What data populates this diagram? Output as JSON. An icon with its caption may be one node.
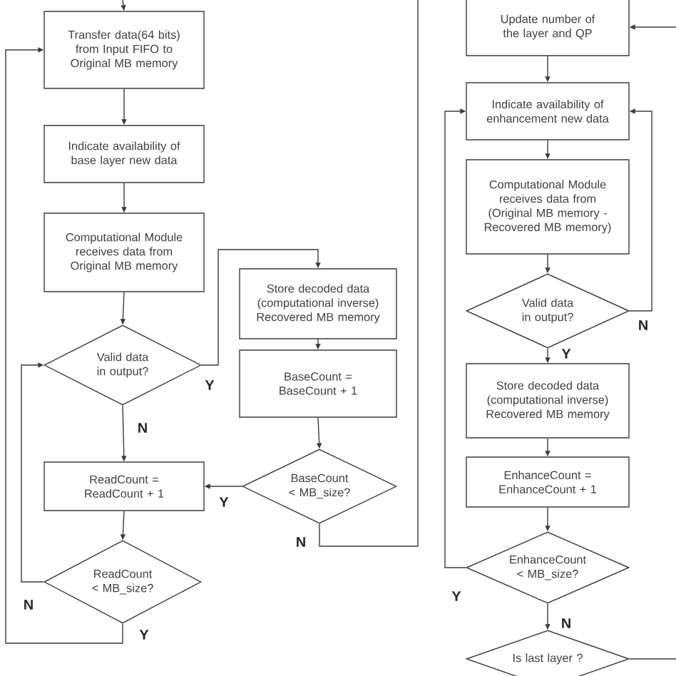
{
  "diagram": {
    "nodes": [
      {
        "text": [
          "Transfer data(64 bits) from Input FIFO to Original MB memory"
        ]
      },
      {
        "text": [
          "Indicate availability of base layer new data"
        ]
      },
      {
        "text": [
          "Computational Module receives data from Original MB memory"
        ]
      },
      {
        "text": [
          "Valid data in output?"
        ]
      },
      {
        "text": [
          "Store decoded data (computational inverse) Recovered MB memory"
        ]
      },
      {
        "text": [
          "BaseCount = BaseCount + 1"
        ]
      },
      {
        "text": [
          "BaseCount < MB_size?"
        ]
      },
      {
        "text": [
          "ReadCount = ReadCount + 1"
        ]
      },
      {
        "text": [
          "ReadCount < MB_size?"
        ]
      },
      {
        "text": [
          "Update number of the layer and QP"
        ]
      },
      {
        "text": [
          "Indicate availability of enhancement new data"
        ]
      },
      {
        "text": [
          "Computational Module receives data from (Original MB memory - Recovered MB memory)"
        ]
      },
      {
        "text": [
          "Valid data in output?"
        ]
      },
      {
        "text": [
          "Store decoded data (computational inverse) Recovered MB memory"
        ]
      },
      {
        "text": [
          "EnhanceCount = EnhanceCount + 1"
        ]
      },
      {
        "text": [
          "EnhanceCount < MB_size?"
        ]
      },
      {
        "text": [
          "Is last layer ?"
        ]
      }
    ],
    "edges": [
      {
        "from": null,
        "to": 0,
        "arrow": "to"
      },
      {
        "from": 0,
        "to": 1,
        "arrow": "to"
      },
      {
        "from": 1,
        "to": 2,
        "arrow": "to"
      },
      {
        "from": 2,
        "to": 3,
        "arrow": "to"
      },
      {
        "from": 3,
        "to": 4,
        "arrow": "to",
        "label": "Y"
      },
      {
        "from": 3,
        "to": 7,
        "arrow": "to",
        "label": "N"
      },
      {
        "from": 4,
        "to": 5,
        "arrow": "to"
      },
      {
        "from": 5,
        "to": 6,
        "arrow": "to"
      },
      {
        "from": 6,
        "to": 7,
        "arrow": "to",
        "label": "Y"
      },
      {
        "from": 6,
        "to": null,
        "arrow": "none",
        "label": "N"
      },
      {
        "from": 7,
        "to": 8,
        "arrow": "to"
      },
      {
        "from": 8,
        "to": 3,
        "arrow": "to",
        "label": "N"
      },
      {
        "from": 8,
        "to": 0,
        "arrow": "to",
        "label": "Y"
      },
      {
        "from": null,
        "to": 9,
        "arrow": "to"
      },
      {
        "from": 9,
        "to": 10,
        "arrow": "to"
      },
      {
        "from": 10,
        "to": 11,
        "arrow": "to"
      },
      {
        "from": 11,
        "to": 12,
        "arrow": "to"
      },
      {
        "from": 12,
        "to": 10,
        "arrow": "to",
        "label": "N"
      },
      {
        "from": 12,
        "to": 13,
        "arrow": "to",
        "label": "Y"
      },
      {
        "from": 13,
        "to": 14,
        "arrow": "to"
      },
      {
        "from": 14,
        "to": 15,
        "arrow": "to"
      },
      {
        "from": 15,
        "to": 10,
        "arrow": "to",
        "label": "Y"
      },
      {
        "from": 15,
        "to": 16,
        "arrow": "to",
        "label": "N"
      },
      {
        "from": 16,
        "to": null,
        "arrow": "none"
      }
    ]
  }
}
